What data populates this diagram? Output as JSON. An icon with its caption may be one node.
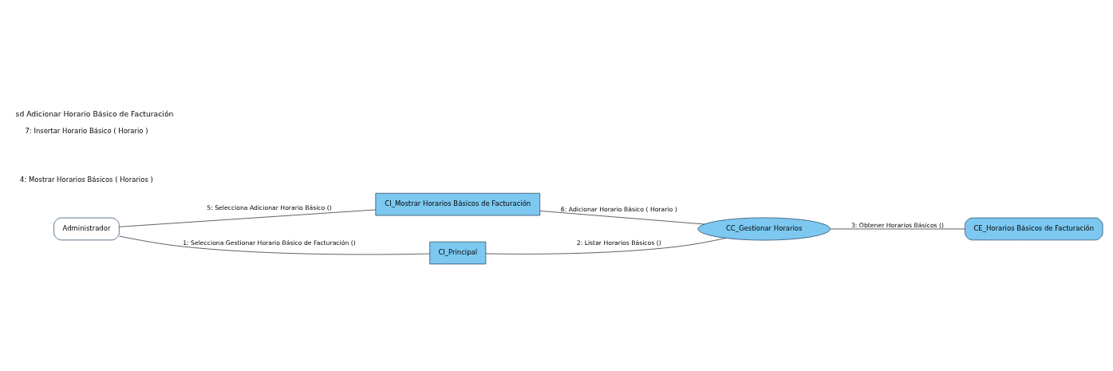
{
  "diagram": {
    "title": "sd Adicionar Horario Básico de Facturación",
    "nodes": [
      {
        "text": [
          "CI_Mostrar Horarios Básicos de Facturación"
        ]
      },
      {
        "text": [
          "Administrador"
        ]
      },
      {
        "text": [
          "CI_Principal"
        ]
      },
      {
        "text": [
          "CC_Gestionar Horarios"
        ]
      },
      {
        "text": [
          "CE_Horarios Básicos de Facturación"
        ]
      }
    ],
    "edges": [
      {
        "from": 1,
        "to": 0,
        "arrow": "none",
        "label": "5: Selecciona Adicionar Horario Básico ()"
      },
      {
        "from": 0,
        "to": 3,
        "arrow": "none",
        "label": "6: Adicionar Horario Básico ( Horario )"
      },
      {
        "from": 1,
        "to": 2,
        "arrow": "none",
        "label": "1: Selecciona Gestionar Horario Básico de Facturación ()"
      },
      {
        "from": 2,
        "to": 3,
        "arrow": "none",
        "label": "2: Listar Horarios Básicos ()"
      },
      {
        "from": 3,
        "to": 4,
        "arrow": "none",
        "label": "3: Obtener Horarios Básicos ()"
      }
    ],
    "labels": [
      "4: Mostrar Horarios Básicos ( Horarios )",
      "7: Insertar Horario Básico ( Horario )"
    ]
  }
}
